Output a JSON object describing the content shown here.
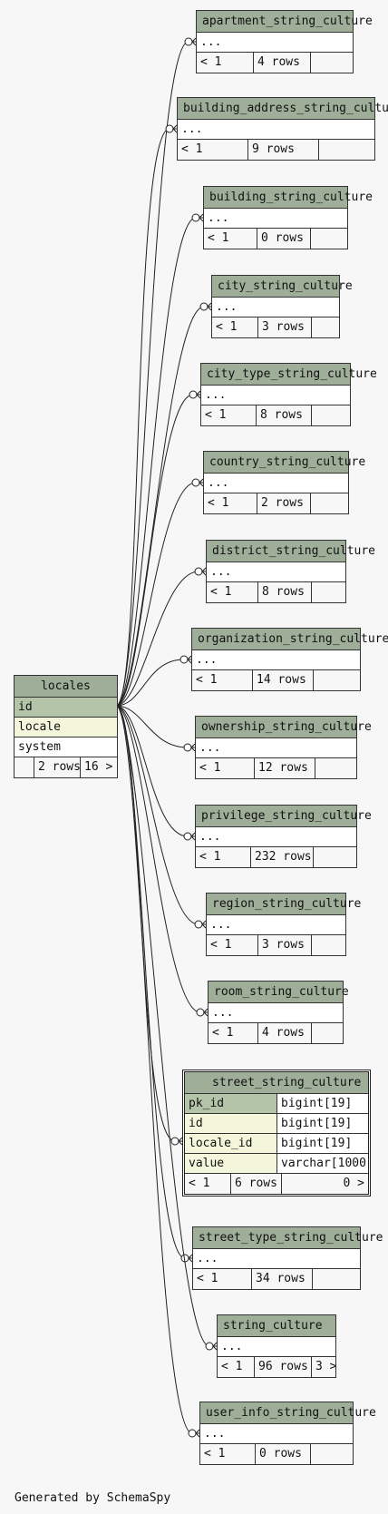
{
  "locales": {
    "name": "locales",
    "columns": [
      {
        "name": "id",
        "kind": "pk"
      },
      {
        "name": "locale",
        "kind": "fk"
      },
      {
        "name": "system",
        "kind": "plain"
      }
    ],
    "footer": {
      "left": "",
      "rows": "2 rows",
      "right": "16 >"
    }
  },
  "tables": [
    {
      "name": "apartment_string_culture",
      "prev": "< 1",
      "rows": "4 rows"
    },
    {
      "name": "building_address_string_culture",
      "prev": "< 1",
      "rows": "9 rows"
    },
    {
      "name": "building_string_culture",
      "prev": "< 1",
      "rows": "0 rows"
    },
    {
      "name": "city_string_culture",
      "prev": "< 1",
      "rows": "3 rows"
    },
    {
      "name": "city_type_string_culture",
      "prev": "< 1",
      "rows": "8 rows"
    },
    {
      "name": "country_string_culture",
      "prev": "< 1",
      "rows": "2 rows"
    },
    {
      "name": "district_string_culture",
      "prev": "< 1",
      "rows": "8 rows"
    },
    {
      "name": "organization_string_culture",
      "prev": "< 1",
      "rows": "14 rows"
    },
    {
      "name": "ownership_string_culture",
      "prev": "< 1",
      "rows": "12 rows"
    },
    {
      "name": "privilege_string_culture",
      "prev": "< 1",
      "rows": "232 rows"
    },
    {
      "name": "region_string_culture",
      "prev": "< 1",
      "rows": "3 rows"
    },
    {
      "name": "room_string_culture",
      "prev": "< 1",
      "rows": "4 rows"
    }
  ],
  "street_string_culture": {
    "name": "street_string_culture",
    "columns": [
      {
        "name": "pk_id",
        "type": "bigint[19]",
        "kind": "pk"
      },
      {
        "name": "id",
        "type": "bigint[19]",
        "kind": "fk"
      },
      {
        "name": "locale_id",
        "type": "bigint[19]",
        "kind": "fk"
      },
      {
        "name": "value",
        "type": "varchar[1000]",
        "kind": "fk"
      }
    ],
    "footer": {
      "prev": "< 1",
      "rows": "6 rows",
      "right": "0 >"
    }
  },
  "tables_lower": [
    {
      "name": "street_type_string_culture",
      "prev": "< 1",
      "rows": "34 rows",
      "right": ""
    },
    {
      "name": "string_culture",
      "prev": "< 1",
      "rows": "96 rows",
      "right": "3 >"
    },
    {
      "name": "user_info_string_culture",
      "prev": "< 1",
      "rows": "0 rows",
      "right": ""
    }
  ],
  "ellipsis": "...",
  "generated_by": "Generated by SchemaSpy"
}
